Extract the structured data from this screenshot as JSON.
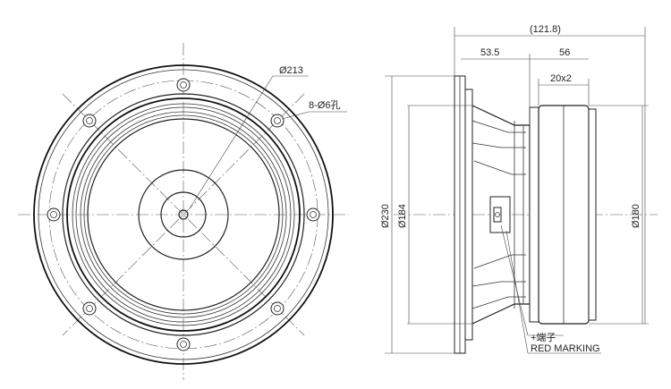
{
  "front_view": {
    "outer_diameter_label": "Ø213",
    "holes_label": "8-Ø6孔"
  },
  "side_view": {
    "total_depth_label": "(121.8)",
    "frame_depth_label": "53.5",
    "magnet_depth_label": "56",
    "magnet_size_label": "20x2",
    "flange_diameter_label": "Ø230",
    "frame_diameter_label": "Ø184",
    "magnet_diameter_label": "Ø180",
    "terminal_label": "+端子",
    "red_marking_label": "RED MARKING"
  }
}
